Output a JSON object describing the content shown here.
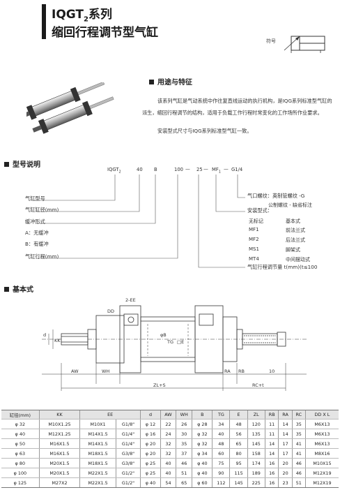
{
  "header": {
    "title_line1": "IQGT",
    "title_sub": "2",
    "title_line1_suffix": "系列",
    "title_line2": "缩回行程调节型气缸",
    "symbol_label": "符号"
  },
  "usage": {
    "heading": "用途与特征",
    "paragraph": "该系列气缸是气动系统中作往复直线运动的执行机构，是IQG系列标准型气缸的派生，缩回行程调节的结构，适用于负载工作行程时常变化的工作场所作业要求。",
    "paragraph2": "安装型式尺寸与IQG系列标准型气缸一致。"
  },
  "model": {
    "heading": "型号说明",
    "code_parts": [
      "IQGT",
      "2",
      "40",
      "B",
      "100",
      "—",
      "25",
      "—",
      "MF",
      "1",
      "—",
      "G1/4"
    ],
    "left_labels": [
      "气缸型号",
      "气缸缸径(mm)",
      "缓冲形式",
      "A：无缓冲",
      "B：有缓冲",
      "气缸行程(mm)"
    ],
    "port_label": "气口螺纹：英制管螺纹 -G",
    "port_label2": "公制螺纹 - 缺省标注",
    "mount_label": "安装型式：",
    "mount_rows": [
      {
        "code": "无标记",
        "desc": "基本式"
      },
      {
        "code": "MF1",
        "desc": "前法兰式"
      },
      {
        "code": "MF2",
        "desc": "后法兰式"
      },
      {
        "code": "MS1",
        "desc": "脚架式"
      },
      {
        "code": "MT4",
        "desc": "中间摆动式"
      }
    ],
    "adjust_label": "气缸行程调节量 t(mm)(t≤100"
  },
  "basic": {
    "heading": "基本式",
    "dim_labels": {
      "ee": "2-EE",
      "dd": "DD",
      "kk": "KK",
      "d": "d",
      "b": "φB",
      "tg": "TG",
      "e": "□E",
      "aw": "AW",
      "wh": "WH",
      "zl": "ZL+S",
      "ra": "RA",
      "rb": "RB",
      "rc": "RC+t",
      "ten": "10"
    }
  },
  "table": {
    "headers": [
      "缸径(mm)",
      "KK",
      "EE",
      "",
      "d",
      "AW",
      "WH",
      "B",
      "TG",
      "E",
      "ZL",
      "RB",
      "RA",
      "RC",
      "DD X L"
    ],
    "rows": [
      [
        "φ 32",
        "M10X1.25",
        "M10X1",
        "G1/8\"",
        "φ 12",
        "22",
        "26",
        "φ 28",
        "34",
        "48",
        "120",
        "11",
        "14",
        "35",
        "M6X13"
      ],
      [
        "φ 40",
        "M12X1.25",
        "M14X1.5",
        "G1/4\"",
        "φ 16",
        "24",
        "30",
        "φ 32",
        "40",
        "56",
        "135",
        "11",
        "14",
        "35",
        "M6X13"
      ],
      [
        "φ 50",
        "M16X1.5",
        "M14X1.5",
        "G1/4\"",
        "φ 20",
        "32",
        "35",
        "φ 32",
        "48",
        "65",
        "145",
        "14",
        "17",
        "41",
        "M6X13"
      ],
      [
        "φ 63",
        "M16X1.5",
        "M18X1.5",
        "G3/8\"",
        "φ 20",
        "32",
        "37",
        "φ 34",
        "60",
        "80",
        "158",
        "14",
        "17",
        "41",
        "M8X16"
      ],
      [
        "φ 80",
        "M20X1.5",
        "M18X1.5",
        "G3/8\"",
        "φ 25",
        "40",
        "46",
        "φ 40",
        "75",
        "95",
        "174",
        "16",
        "20",
        "46",
        "M10X15"
      ],
      [
        "φ 100",
        "M20X1.5",
        "M22X1.5",
        "G1/2\"",
        "φ 25",
        "40",
        "51",
        "φ 40",
        "90",
        "115",
        "189",
        "16",
        "20",
        "46",
        "M12X19"
      ],
      [
        "φ 125",
        "M27X2",
        "M22X1.5",
        "G1/2\"",
        "φ 40",
        "54",
        "65",
        "φ 60",
        "112",
        "145",
        "225",
        "16",
        "23",
        "51",
        "M12X19"
      ]
    ]
  }
}
